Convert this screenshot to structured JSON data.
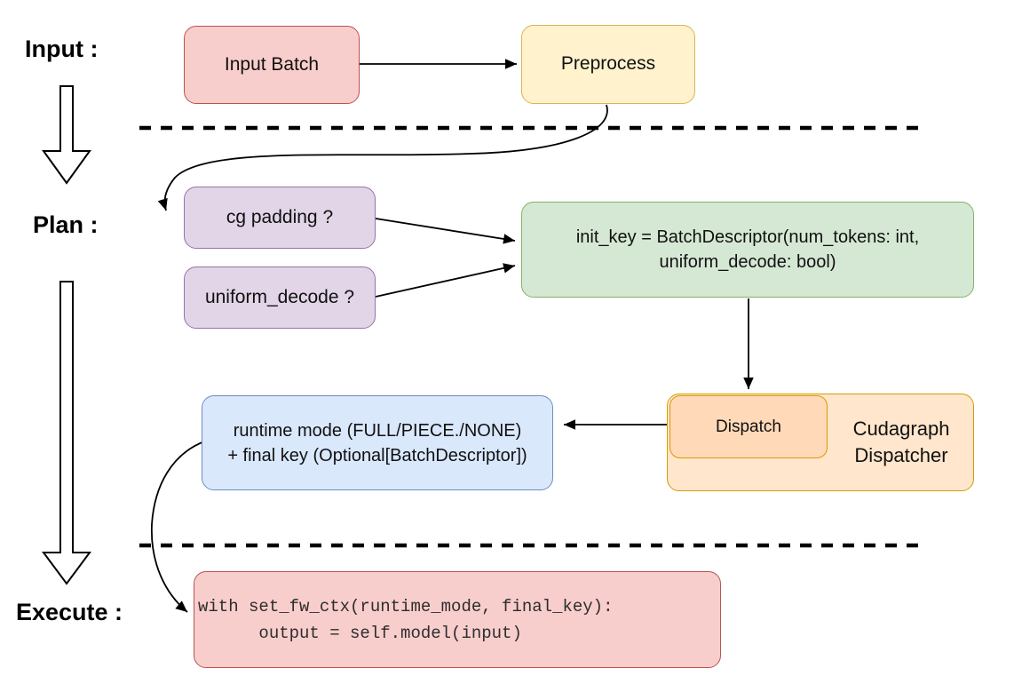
{
  "stages": {
    "input_label": "Input :",
    "plan_label": "Plan :",
    "execute_label": "Execute :"
  },
  "nodes": {
    "input_batch": {
      "label": "Input Batch"
    },
    "preprocess": {
      "label": "Preprocess"
    },
    "cg_padding": {
      "label": "cg padding ?"
    },
    "uniform_decode": {
      "label": "uniform_decode ?"
    },
    "init_key": {
      "line1": "init_key = BatchDescriptor(num_tokens: int,",
      "line2": "uniform_decode: bool)"
    },
    "runtime_mode": {
      "line1": "runtime mode (FULL/PIECE./NONE)",
      "line2": "+ final key (Optional[BatchDescriptor])"
    },
    "dispatch": {
      "label": "Dispatch"
    },
    "cudagraph_dispatcher": {
      "line1": "Cudagraph",
      "line2": "Dispatcher"
    },
    "execute_code": {
      "line1": "with set_fw_ctx(runtime_mode, final_key):",
      "line2": "      output = self.model(input)"
    }
  },
  "palette": {
    "red_fill": "#f8cecc",
    "red_border": "#b85450",
    "yellow_fill": "#fff2cc",
    "yellow_border": "#d6b656",
    "purple_fill": "#e1d5e7",
    "purple_border": "#9673a6",
    "green_fill": "#d5e8d4",
    "green_border": "#82b366",
    "blue_fill": "#dae8fc",
    "blue_border": "#6c8ebf",
    "orange_outer_fill": "#ffe6cc",
    "orange_inner_fill": "#ffd9b8",
    "orange_border": "#d79b00",
    "line_color": "#000000"
  }
}
